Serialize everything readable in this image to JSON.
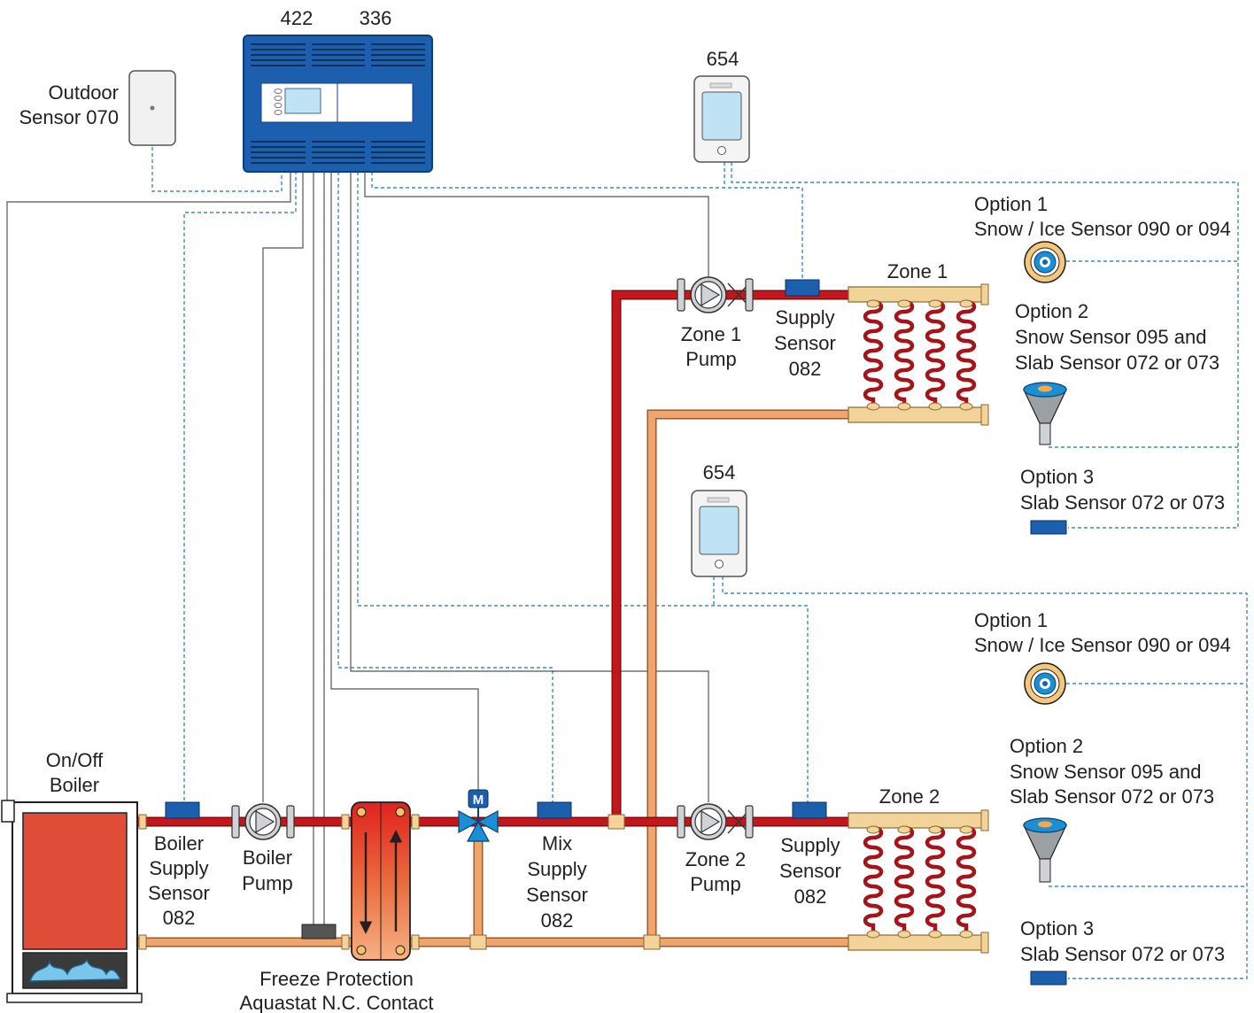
{
  "controller": {
    "numbers": [
      "422",
      "336"
    ]
  },
  "thermostats": {
    "zone1_model": "654",
    "zone2_model": "654"
  },
  "outdoor_sensor": {
    "label_line1": "Outdoor",
    "label_line2": "Sensor 070"
  },
  "boiler": {
    "label_line1": "On/Off",
    "label_line2": "Boiler"
  },
  "boiler_supply_sensor": {
    "lines": [
      "Boiler",
      "Supply",
      "Sensor",
      "082"
    ]
  },
  "boiler_pump": {
    "lines": [
      "Boiler",
      "Pump"
    ]
  },
  "mix_supply_sensor": {
    "lines": [
      "Mix",
      "Supply",
      "Sensor",
      "082"
    ]
  },
  "mixing_valve": {
    "badge": "M"
  },
  "freeze_protection": {
    "line1": "Freeze Protection",
    "line2": "Aquastat N.C. Contact"
  },
  "zone1": {
    "title": "Zone 1",
    "pump_lines": [
      "Zone 1",
      "Pump"
    ],
    "sensor_lines": [
      "Supply",
      "Sensor",
      "082"
    ],
    "option1": {
      "title": "Option 1",
      "desc": "Snow / Ice Sensor 090 or 094"
    },
    "option2": {
      "title": "Option 2",
      "desc1": "Snow Sensor 095 and",
      "desc2": "Slab Sensor 072 or 073"
    },
    "option3": {
      "title": "Option 3",
      "desc": "Slab Sensor 072 or 073"
    }
  },
  "zone2": {
    "title": "Zone 2",
    "pump_lines": [
      "Zone 2",
      "Pump"
    ],
    "sensor_lines": [
      "Supply",
      "Sensor",
      "082"
    ],
    "option1": {
      "title": "Option 1",
      "desc": "Snow / Ice Sensor 090 or 094"
    },
    "option2": {
      "title": "Option 2",
      "desc1": "Snow Sensor 095 and",
      "desc2": "Slab Sensor 072 or 073"
    },
    "option3": {
      "title": "Option 3",
      "desc": "Slab Sensor 072 or 073"
    }
  },
  "colors": {
    "hot_pipe": "#c4161c",
    "return_pipe": "#f0a56d",
    "controller_blue": "#1b5fae",
    "sensor_blue": "#1b5fae",
    "boiler_fill": "#e04e39",
    "flame_blue": "#79c6ea",
    "manifold": "#f2d39a",
    "wire_dashed": "#3d8cc6",
    "wire_solid": "#555555"
  }
}
